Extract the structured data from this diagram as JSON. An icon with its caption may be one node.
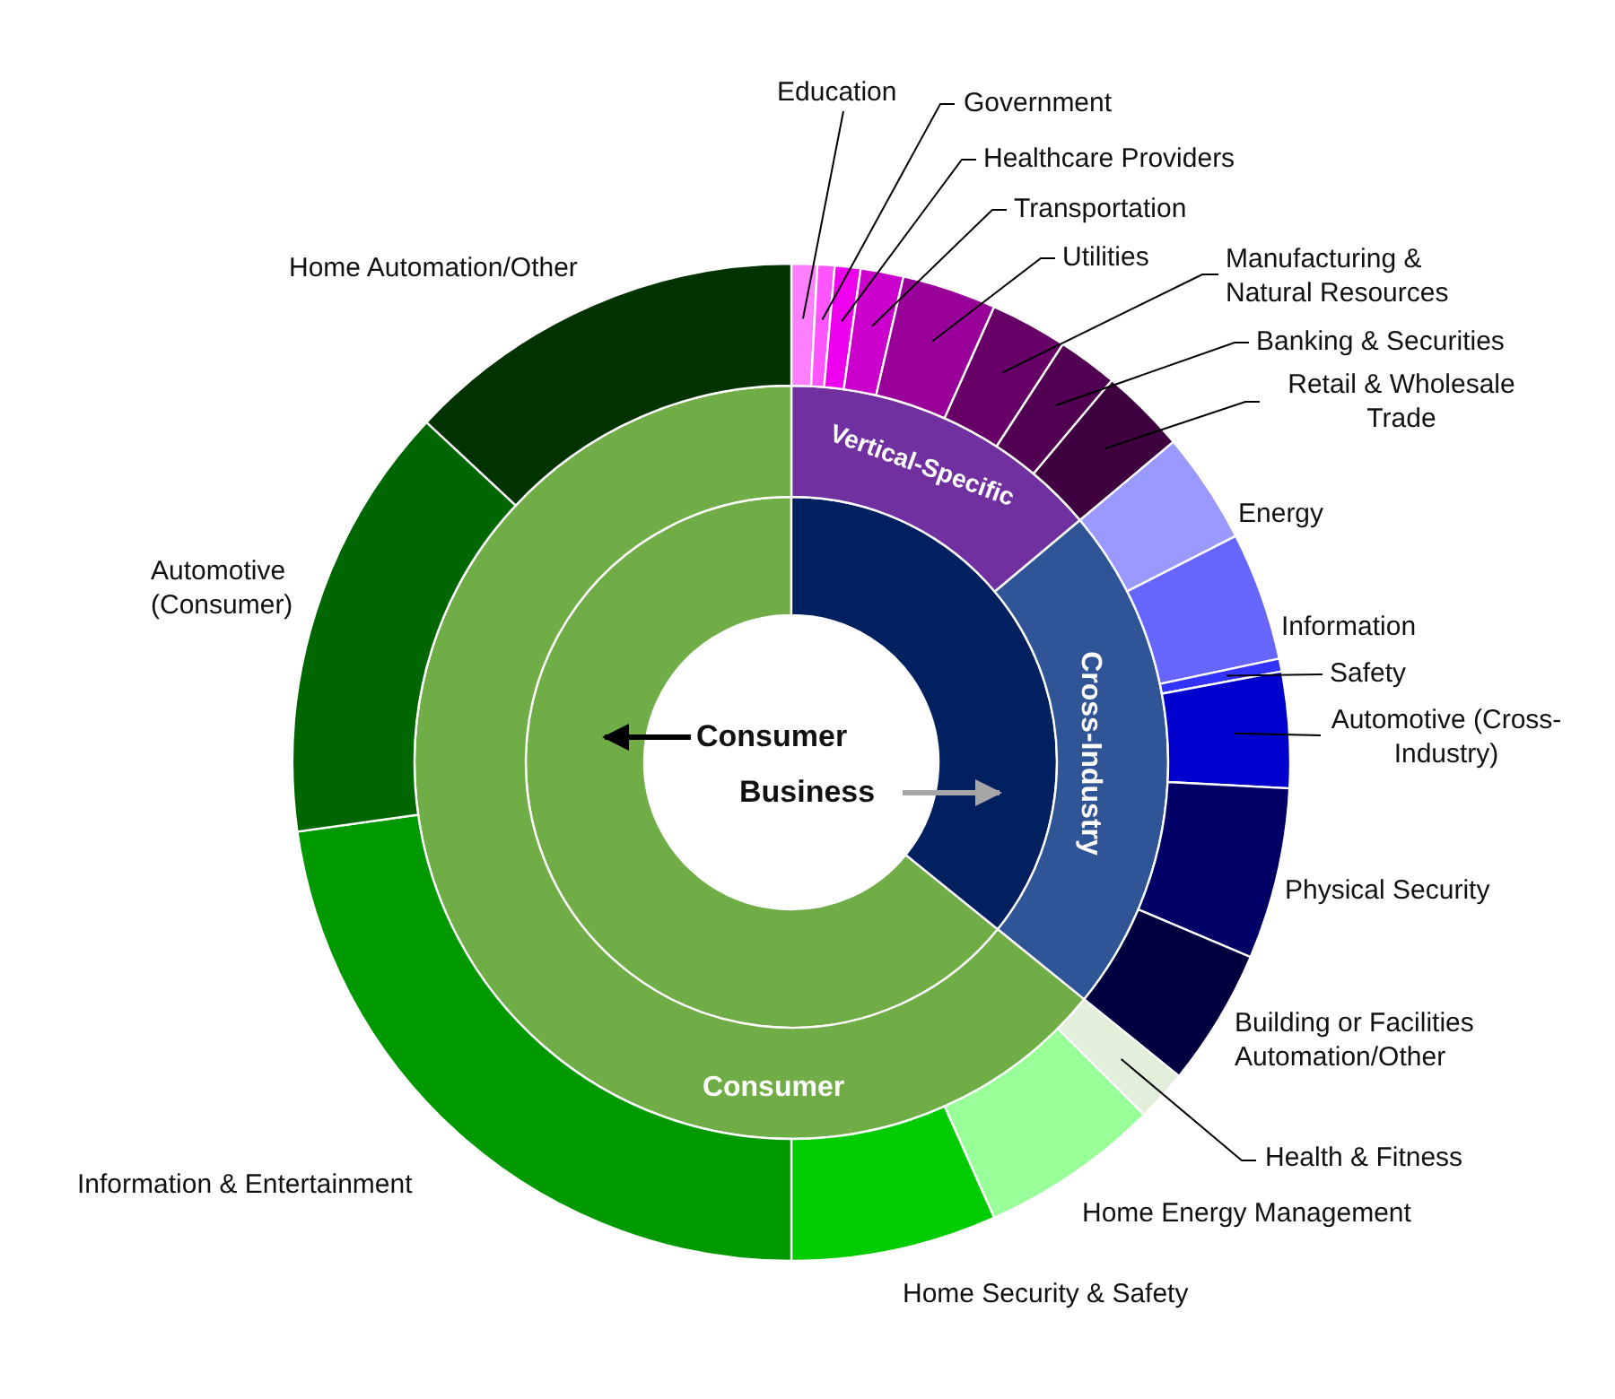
{
  "diagram": {
    "nodes": [
      {
        "text": [
          "Consumer"
        ]
      },
      {
        "text": [
          "Business"
        ]
      },
      {
        "text": [],
        "shape": "arc"
      },
      {
        "text": [],
        "shape": "arc"
      },
      {
        "text": [
          "Vertical-Specific"
        ]
      },
      {
        "text": [
          "Cross-Industry"
        ]
      },
      {
        "text": [
          "Consumer"
        ]
      },
      {
        "text": [],
        "shape": "arc"
      },
      {
        "text": [],
        "shape": "arc"
      },
      {
        "text": [],
        "shape": "arc"
      },
      {
        "text": [],
        "shape": "arc"
      },
      {
        "text": [],
        "shape": "arc"
      },
      {
        "text": [],
        "shape": "arc"
      },
      {
        "text": [],
        "shape": "arc"
      },
      {
        "text": [],
        "shape": "arc"
      },
      {
        "text": [],
        "shape": "arc",
        "beside": [
          "Energy"
        ]
      },
      {
        "text": [],
        "shape": "arc",
        "beside": [
          "Information"
        ]
      },
      {
        "text": [],
        "shape": "arc"
      },
      {
        "text": [],
        "shape": "arc"
      },
      {
        "text": [],
        "shape": "arc",
        "beside": [
          "Physical Security"
        ]
      },
      {
        "text": [],
        "shape": "arc",
        "beside": [
          "Building or Facilities Automation/Other"
        ]
      },
      {
        "text": [],
        "shape": "arc"
      },
      {
        "text": [],
        "shape": "arc",
        "beside": [
          "Home Energy Management"
        ]
      },
      {
        "text": [],
        "shape": "arc",
        "beside": [
          "Home Security & Safety"
        ]
      },
      {
        "text": [],
        "shape": "arc",
        "beside": [
          "Information & Entertainment"
        ]
      },
      {
        "text": [],
        "shape": "arc",
        "beside": [
          "Automotive (Consumer)"
        ]
      },
      {
        "text": [],
        "shape": "arc",
        "beside": [
          "Home Automation/Other"
        ]
      },
      {
        "text": [
          "Education"
        ]
      },
      {
        "text": [
          "Government"
        ]
      },
      {
        "text": [
          "Healthcare Providers"
        ]
      },
      {
        "text": [
          "Transportation"
        ]
      },
      {
        "text": [
          "Utilities"
        ]
      },
      {
        "text": [
          "Manufacturing & Natural Resources"
        ]
      },
      {
        "text": [
          "Banking & Securities"
        ]
      },
      {
        "text": [
          "Retail & Wholesale Trade"
        ]
      },
      {
        "text": [
          "Safety"
        ]
      },
      {
        "text": [
          "Automotive (Cross-Industry)"
        ]
      },
      {
        "text": [
          "Health & Fitness"
        ]
      }
    ],
    "edges": [
      {
        "from": 0,
        "to": 2,
        "arrow": "to",
        "style": "thick"
      },
      {
        "from": 1,
        "to": 3,
        "arrow": "to",
        "style": "thick",
        "color": "#a6a6a6"
      },
      {
        "from": 27,
        "to": 7,
        "arrow": "none"
      },
      {
        "from": 28,
        "to": 8,
        "arrow": "none"
      },
      {
        "from": 29,
        "to": 9,
        "arrow": "none"
      },
      {
        "from": 30,
        "to": 10,
        "arrow": "none"
      },
      {
        "from": 31,
        "to": 11,
        "arrow": "none"
      },
      {
        "from": 32,
        "to": 12,
        "arrow": "none"
      },
      {
        "from": 33,
        "to": 13,
        "arrow": "none"
      },
      {
        "from": 34,
        "to": 14,
        "arrow": "none"
      },
      {
        "from": 35,
        "to": 17,
        "arrow": "none"
      },
      {
        "from": 36,
        "to": 18,
        "arrow": "none"
      },
      {
        "from": 37,
        "to": 21,
        "arrow": "none"
      }
    ]
  }
}
